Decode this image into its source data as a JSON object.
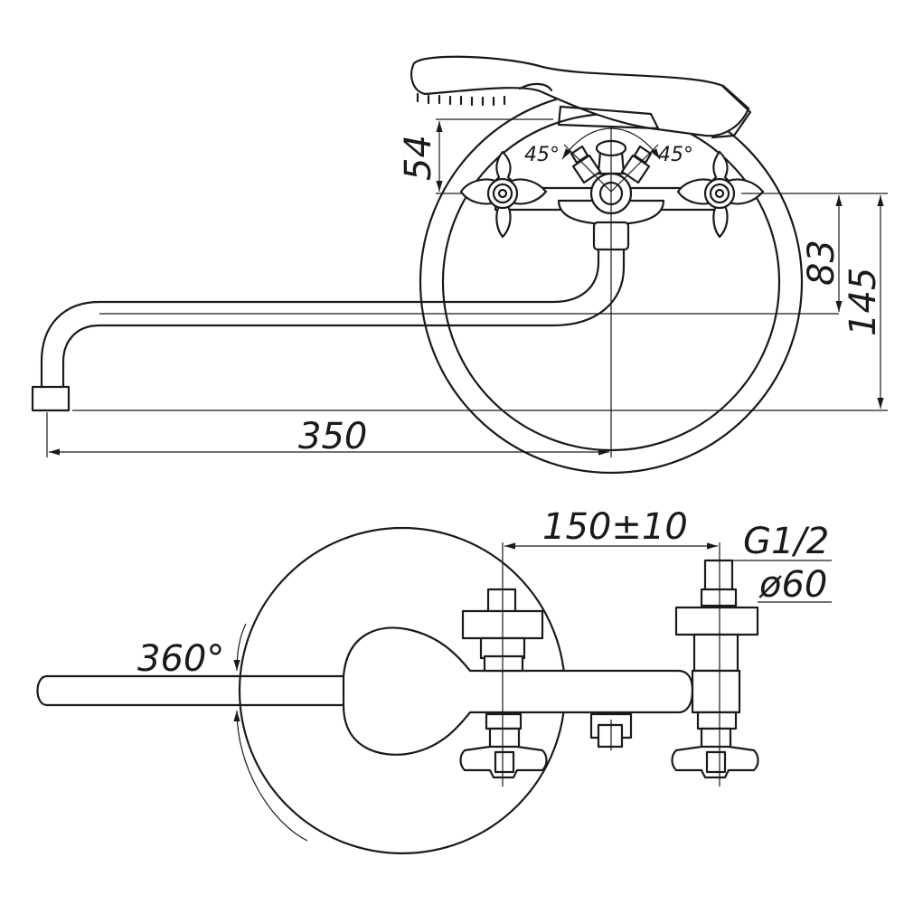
{
  "dimensions": {
    "height_top_connection": "54",
    "angle_left": "45°",
    "angle_right": "45°",
    "height_spout": "83",
    "height_total": "145",
    "spout_length": "350",
    "axis_spacing": "150±10",
    "thread": "G1/2",
    "flange_diameter": "ø60",
    "rotation": "360°"
  }
}
